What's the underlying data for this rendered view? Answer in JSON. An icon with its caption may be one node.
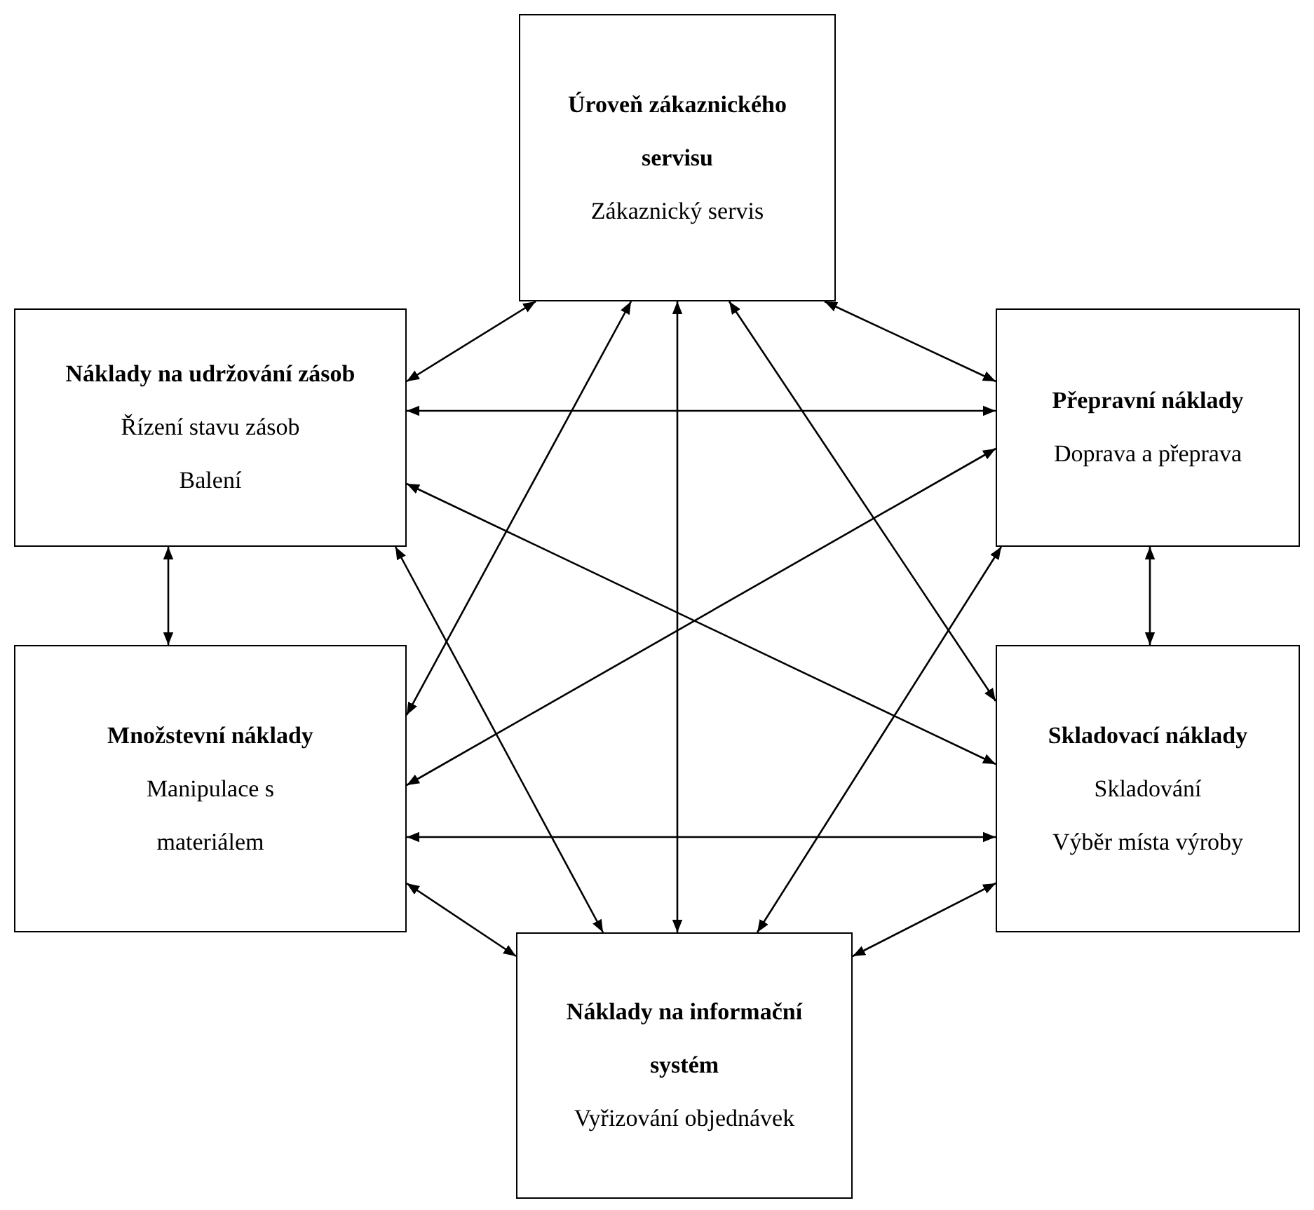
{
  "diagram": {
    "nodes": [
      {
        "text": [
          "Úroveň zákaznického servisu",
          "Zákaznický servis"
        ]
      },
      {
        "text": [
          "Náklady na udržování zásob",
          "Řízení stavu zásob",
          "Balení"
        ]
      },
      {
        "text": [
          "Přepravní náklady",
          "Doprava a přeprava"
        ]
      },
      {
        "text": [
          "Množstevní náklady",
          "Manipulace s materiálem"
        ]
      },
      {
        "text": [
          "Skladovací náklady",
          "Skladování",
          "Výběr místa výroby"
        ]
      },
      {
        "text": [
          "Náklady na informační systém",
          "Vyřizování objednávek"
        ]
      }
    ],
    "edges": [
      {
        "from": 0,
        "to": 1,
        "arrow": "both"
      },
      {
        "from": 0,
        "to": 2,
        "arrow": "both"
      },
      {
        "from": 1,
        "to": 2,
        "arrow": "both"
      },
      {
        "from": 1,
        "to": 3,
        "arrow": "both"
      },
      {
        "from": 2,
        "to": 4,
        "arrow": "both"
      },
      {
        "from": 0,
        "to": 5,
        "arrow": "both"
      },
      {
        "from": 0,
        "to": 3,
        "arrow": "both"
      },
      {
        "from": 0,
        "to": 4,
        "arrow": "both"
      },
      {
        "from": 1,
        "to": 4,
        "arrow": "both"
      },
      {
        "from": 2,
        "to": 3,
        "arrow": "both"
      },
      {
        "from": 1,
        "to": 5,
        "arrow": "both"
      },
      {
        "from": 2,
        "to": 5,
        "arrow": "both"
      },
      {
        "from": 3,
        "to": 4,
        "arrow": "both"
      },
      {
        "from": 3,
        "to": 5,
        "arrow": "both"
      },
      {
        "from": 4,
        "to": 5,
        "arrow": "both"
      }
    ]
  }
}
